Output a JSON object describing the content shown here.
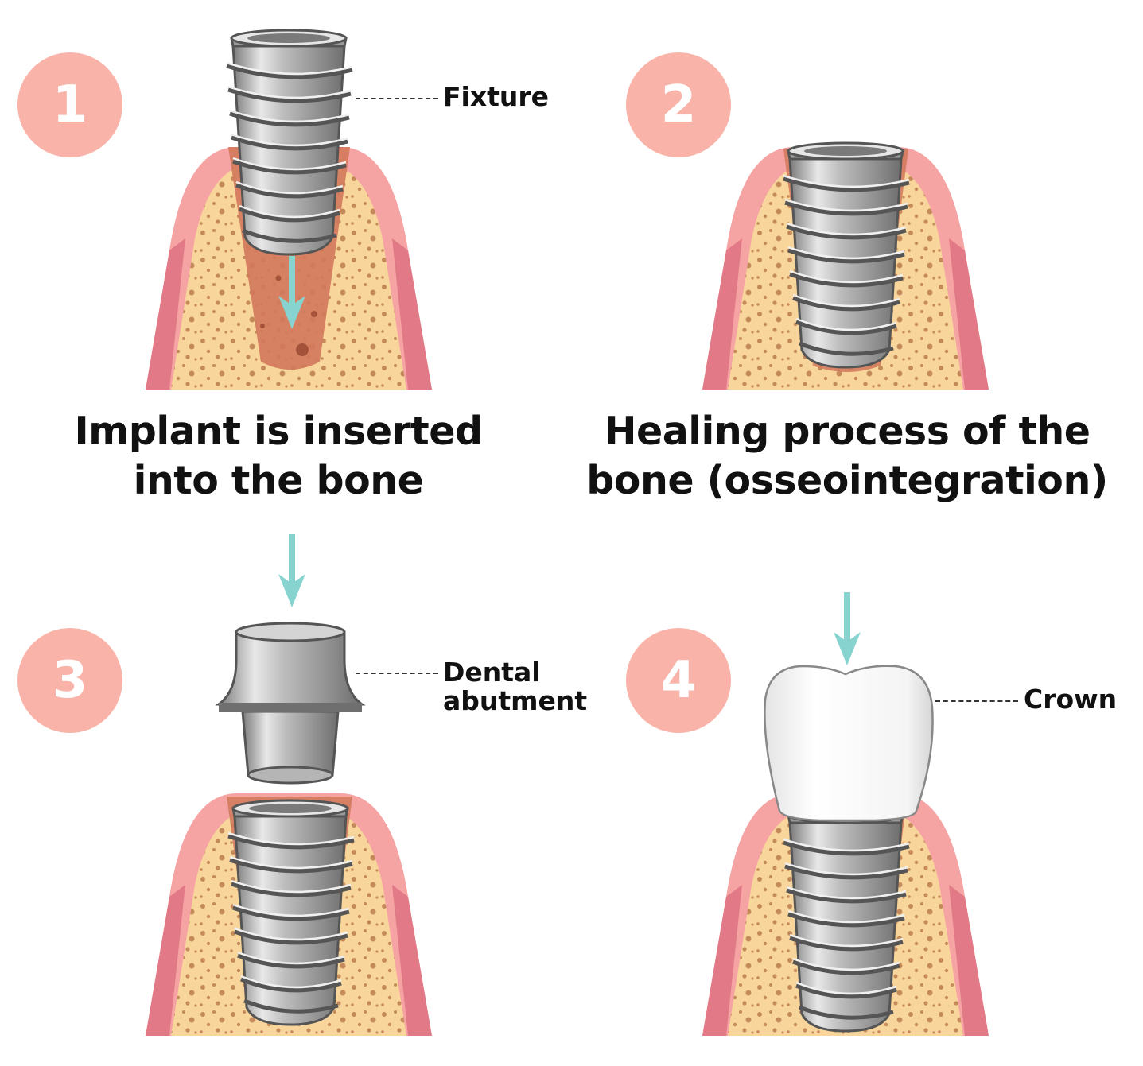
{
  "colors": {
    "badge": "#f9b3a8",
    "gum": "#f6a3a3",
    "gum_edge": "#e17a86",
    "bone": "#f8d59a",
    "bone_speckle": "#c58a5a",
    "socket": "#d27a5c",
    "metal_light": "#e6e6e6",
    "metal_dark": "#6f6f6f",
    "arrow": "#86d3cf",
    "crown": "#ffffff"
  },
  "steps": [
    {
      "number": "1",
      "caption_lines": [
        "Implant is inserted",
        "into the bone"
      ],
      "part_label_lines": [
        "Fixture"
      ]
    },
    {
      "number": "2",
      "caption_lines": [
        "Healing process of the",
        "bone (osseointegration)"
      ]
    },
    {
      "number": "3",
      "part_label_lines": [
        "Dental",
        "abutment"
      ]
    },
    {
      "number": "4",
      "part_label_lines": [
        "Crown"
      ]
    }
  ]
}
